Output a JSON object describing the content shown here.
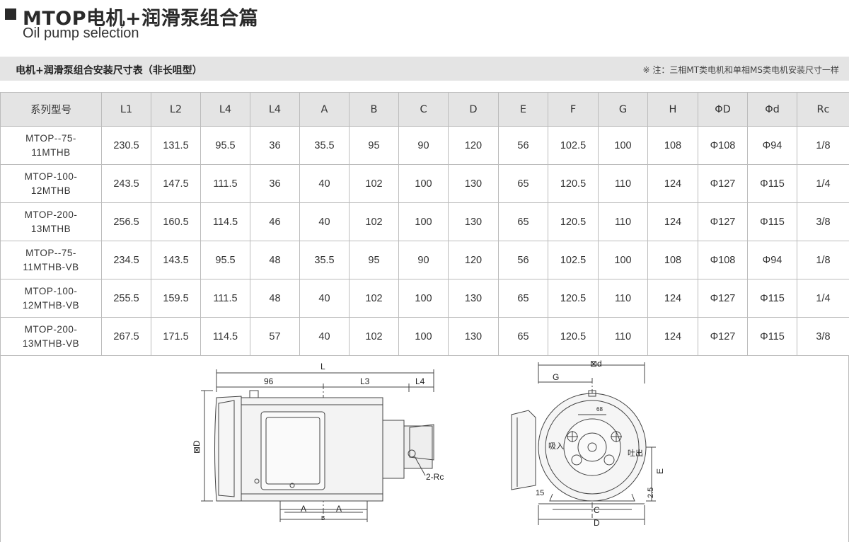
{
  "header": {
    "title": "MTOP电机+润滑泵组合篇",
    "subtitle": "Oil pump selection"
  },
  "section": {
    "title": "电机+润滑泵组合安装尺寸表（非长咀型）",
    "note": "※ 注：三相MT类电机和单相MS类电机安装尺寸一样"
  },
  "table": {
    "headers": [
      "系列型号",
      "L1",
      "L2",
      "L4",
      "L4",
      "A",
      "B",
      "C",
      "D",
      "E",
      "F",
      "G",
      "H",
      "ΦD",
      "Φd",
      "Rc"
    ],
    "rows": [
      {
        "model1": "MTOP--75-",
        "model2": "11MTHB",
        "cells": [
          "230.5",
          "131.5",
          "95.5",
          "36",
          "35.5",
          "95",
          "90",
          "120",
          "56",
          "102.5",
          "100",
          "108",
          "Φ108",
          "Φ94",
          "1/8"
        ]
      },
      {
        "model1": "MTOP-100-",
        "model2": "12MTHB",
        "cells": [
          "243.5",
          "147.5",
          "111.5",
          "36",
          "40",
          "102",
          "100",
          "130",
          "65",
          "120.5",
          "110",
          "124",
          "Φ127",
          "Φ115",
          "1/4"
        ]
      },
      {
        "model1": "MTOP-200-",
        "model2": "13MTHB",
        "cells": [
          "256.5",
          "160.5",
          "114.5",
          "46",
          "40",
          "102",
          "100",
          "130",
          "65",
          "120.5",
          "110",
          "124",
          "Φ127",
          "Φ115",
          "3/8"
        ]
      },
      {
        "model1": "MTOP--75-",
        "model2": "11MTHB-VB",
        "cells": [
          "234.5",
          "143.5",
          "95.5",
          "48",
          "35.5",
          "95",
          "90",
          "120",
          "56",
          "102.5",
          "100",
          "108",
          "Φ108",
          "Φ94",
          "1/8"
        ]
      },
      {
        "model1": "MTOP-100-",
        "model2": "12MTHB-VB",
        "cells": [
          "255.5",
          "159.5",
          "111.5",
          "48",
          "40",
          "102",
          "100",
          "130",
          "65",
          "120.5",
          "110",
          "124",
          "Φ127",
          "Φ115",
          "1/4"
        ]
      },
      {
        "model1": "MTOP-200-",
        "model2": "13MTHB-VB",
        "cells": [
          "267.5",
          "171.5",
          "114.5",
          "57",
          "40",
          "102",
          "100",
          "130",
          "65",
          "120.5",
          "110",
          "124",
          "Φ127",
          "Φ115",
          "3/8"
        ]
      }
    ]
  },
  "drawing": {
    "side": {
      "L": "L",
      "d96": "96",
      "L3": "L3",
      "L4": "L4",
      "D": "⊠D",
      "A1": "A",
      "A2": "A",
      "B": "B",
      "port": "2-Rc"
    },
    "front": {
      "d": "⊠d",
      "G": "G",
      "d68": "68",
      "suction": "吸入",
      "discharge": "吐出",
      "E": "E",
      "d25": "2.5",
      "d15": "15",
      "C": "C",
      "D": "D"
    }
  }
}
